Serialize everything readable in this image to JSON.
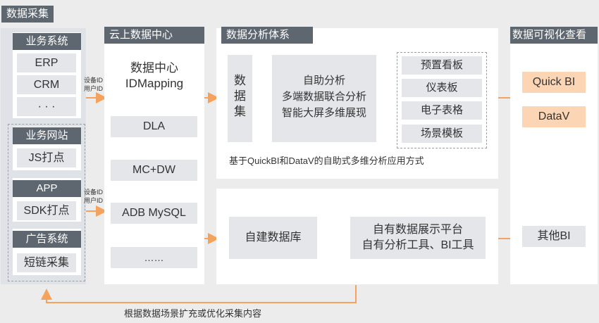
{
  "collect": {
    "title": "数据采集",
    "biz_title": "业务系统",
    "erp": "ERP",
    "crm": "CRM",
    "dots": "· · ·",
    "web_title": "业务网站",
    "js": "JS打点",
    "app_title": "APP",
    "sdk": "SDK打点",
    "ad_title": "广告系统",
    "shortlink": "短链采集"
  },
  "edge": {
    "device_id_1": "设备ID",
    "user_id_1": "用户ID",
    "device_id_2": "设备ID",
    "user_id_2": "用户ID"
  },
  "cloud": {
    "title": "云上数据中心",
    "center_line1": "数据中心",
    "center_line2": "IDMapping",
    "dla": "DLA",
    "mcdw": "MC+DW",
    "adb": "ADB MySQL",
    "ellipsis": "……"
  },
  "analysis": {
    "title": "数据分析体系",
    "dataset": "数据集",
    "self_line1": "自助分析",
    "self_line2": "多端数据联合分析",
    "self_line3": "智能大屏多维展现",
    "preset": "预置看板",
    "dashboard": "仪表板",
    "spreadsheet": "电子表格",
    "scene": "场景模板",
    "note": "基于QuickBI和DataV的自助式多维分析应用方式",
    "own_db": "自建数据库",
    "own_line1": "自有数据展示平台",
    "own_line2": "自有分析工具、BI工具"
  },
  "viz": {
    "title": "数据可视化查看",
    "quickbi": "Quick BI",
    "datav": "DataV",
    "otherbi": "其他BI"
  },
  "feedback": "根据数据场景扩充或优化采集内容",
  "colors": {
    "arrow": "#f5a25d",
    "orange_fill": "#fcd5b4",
    "header": "#5e6670"
  }
}
